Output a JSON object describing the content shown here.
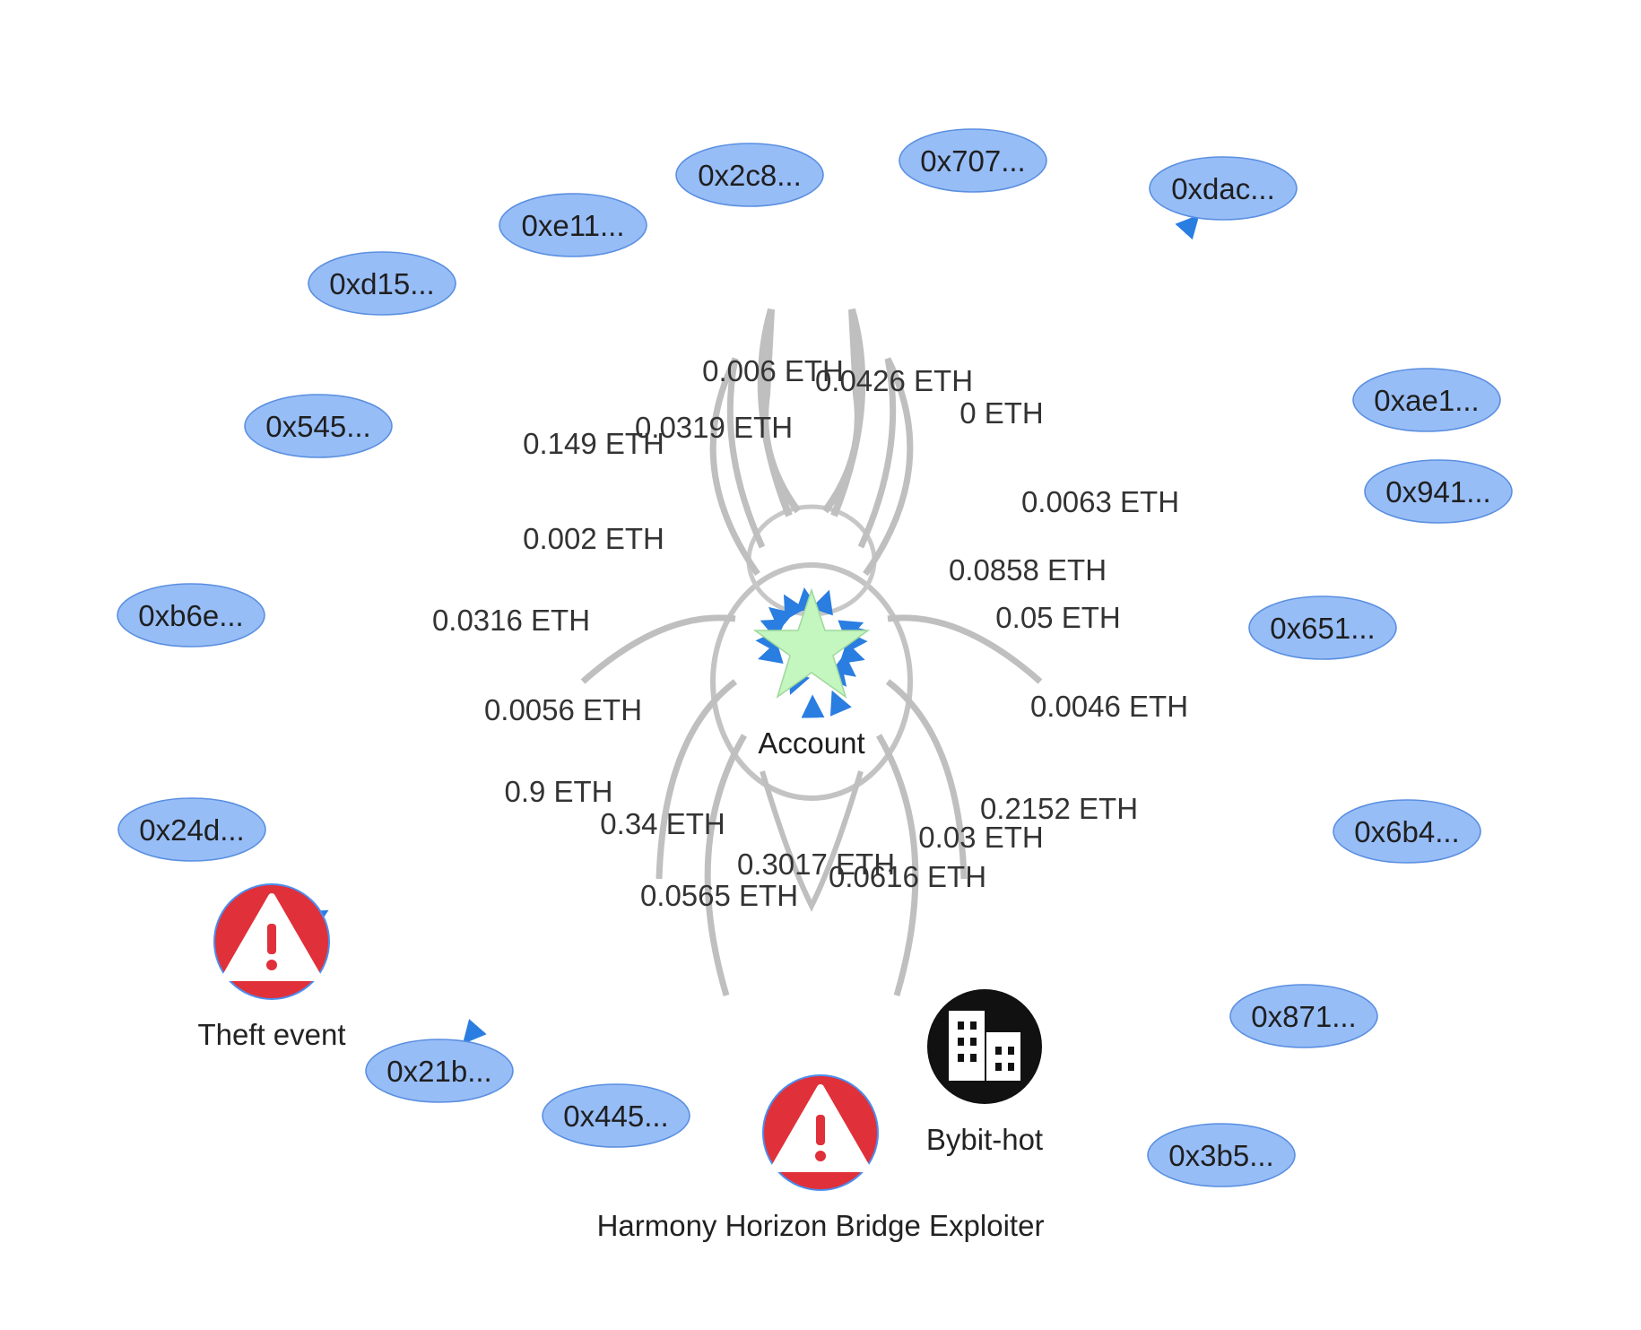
{
  "center": {
    "label": "Account",
    "color": "#c4f6c0"
  },
  "nodes": [
    {
      "id": "n1",
      "label": "0x707...",
      "flow": "in",
      "amount": "0.0426 ETH"
    },
    {
      "id": "n2",
      "label": "0x2c8...",
      "flow": "in",
      "amount": "0.006 ETH"
    },
    {
      "id": "n3",
      "label": "0xe11...",
      "flow": "in",
      "amount": "0.0319 ETH"
    },
    {
      "id": "n4",
      "label": "0xd15...",
      "flow": "in",
      "amount": "0.149 ETH"
    },
    {
      "id": "n5",
      "label": "0x545...",
      "flow": "in",
      "amount": "0.002 ETH"
    },
    {
      "id": "n6",
      "label": "0xb6e...",
      "flow": "in",
      "amount": "0.0316 ETH"
    },
    {
      "id": "n7",
      "label": "0x24d...",
      "flow": "in",
      "amount": "0.0056 ETH"
    },
    {
      "id": "n8",
      "label": "Theft event",
      "type": "alert",
      "flow": "out",
      "amount": "0.9 ETH"
    },
    {
      "id": "n9",
      "label": "0x21b...",
      "flow": "out",
      "amount": "0.34 ETH"
    },
    {
      "id": "n10",
      "label": "0x445...",
      "flow": "in",
      "amount": "0.0565 ETH"
    },
    {
      "id": "n11",
      "label": "Harmony Horizon Bridge Exploiter",
      "type": "alert",
      "flow": "in",
      "amount": "0.3017 ETH"
    },
    {
      "id": "n12",
      "label": "Bybit-hot",
      "type": "exchange",
      "flow": "in",
      "amount": "0.0616 ETH"
    },
    {
      "id": "n13",
      "label": "0x3b5...",
      "flow": "in",
      "amount": "0.03 ETH"
    },
    {
      "id": "n14",
      "label": "0x871...",
      "flow": "in",
      "amount": "0.2152 ETH"
    },
    {
      "id": "n15",
      "label": "0x6b4...",
      "flow": "in",
      "amount": "0.0046 ETH"
    },
    {
      "id": "n16",
      "label": "0x651...",
      "flow": "in",
      "amount": "0.05 ETH"
    },
    {
      "id": "n17",
      "label": "0x941...",
      "flow": "in",
      "amount": "0.0858 ETH"
    },
    {
      "id": "n18",
      "label": "0xae1...",
      "flow": "in",
      "amount": "0.0063 ETH"
    },
    {
      "id": "n19",
      "label": "0xdac...",
      "flow": "out",
      "amount": "0 ETH"
    }
  ],
  "colors": {
    "address_node_fill": "#97bdf7",
    "edge": "#2f6fd6",
    "alert_icon": "#e0303a",
    "exchange_icon": "#111111"
  },
  "icons": {
    "center": "star-icon",
    "alert": "warning-triangle-icon",
    "exchange": "building-icon",
    "watermark": "spider-icon"
  }
}
